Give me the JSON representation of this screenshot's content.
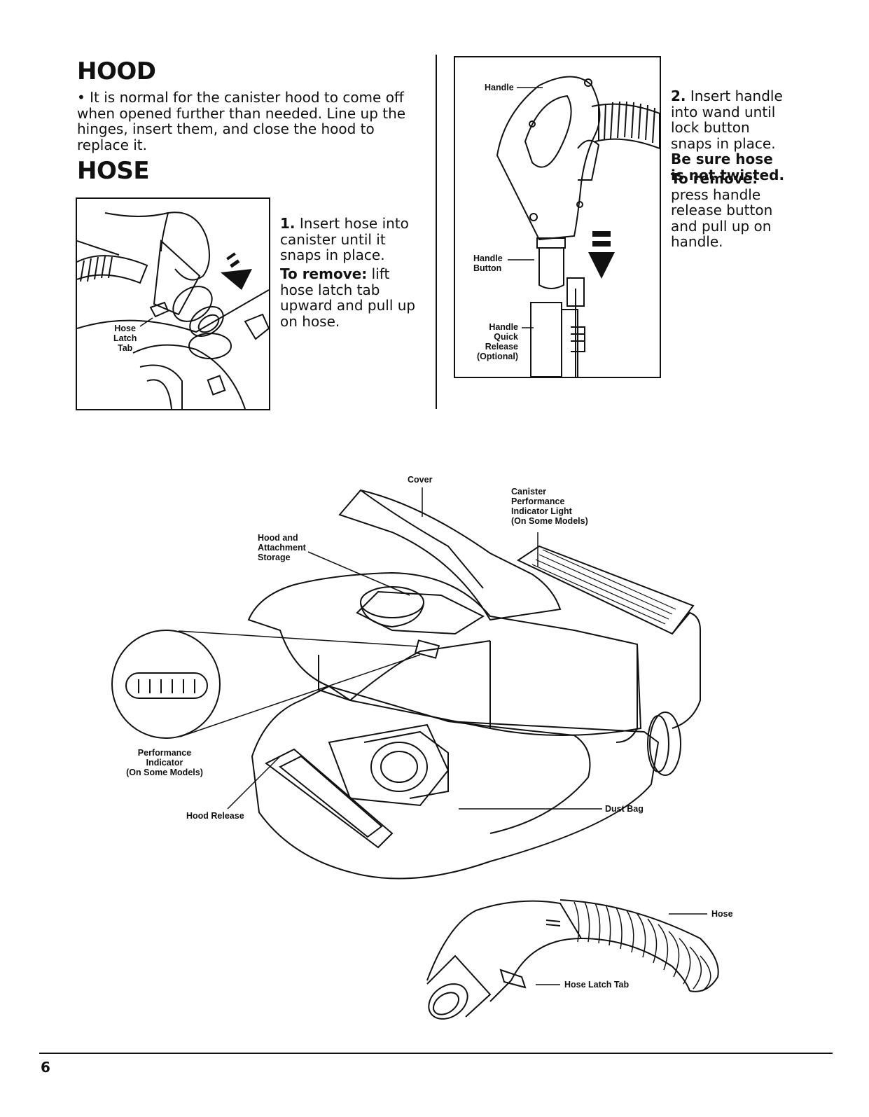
{
  "hood": {
    "title": "HOOD",
    "bullet": "•",
    "text": "It is normal for the canister hood to come off when opened further than needed. Line up the hinges, insert them, and close the hood to replace it."
  },
  "hose_section": {
    "title": "HOSE",
    "step1_number": "1.",
    "step1_text": "Insert hose into canister until it snaps in place.",
    "step1_remove_label": "To remove:",
    "step1_remove_text": "lift hose latch tab upward and pull up on hose.",
    "step2_number": "2.",
    "step2_text": "Insert handle into wand until lock button snaps in place.",
    "step2_bold": "Be sure hose is not twisted.",
    "step2_remove_label": "To remove:",
    "step2_remove_text": "press handle release button and pull up on handle."
  },
  "figure1_labels": {
    "hose_latch_tab": [
      "Hose",
      "Latch",
      "Tab"
    ]
  },
  "figure2_labels": {
    "handle": "Handle",
    "handle_button": [
      "Handle",
      "Button"
    ],
    "handle_quick_release": [
      "Handle",
      "Quick",
      "Release",
      "(Optional)"
    ]
  },
  "main_figure_labels": {
    "cover": "Cover",
    "canister_light": [
      "Canister",
      "Performance",
      "Indicator Light",
      "(On Some Models)"
    ],
    "hood_storage": [
      "Hood and",
      "Attachment",
      "Storage"
    ],
    "performance_indicator": [
      "Performance",
      "Indicator",
      "(On Some Models)"
    ],
    "hood_release": "Hood Release",
    "dust_bag": "Dust Bag",
    "hose": "Hose",
    "hose_latch_tab": "Hose Latch Tab"
  },
  "page_number": "6",
  "icons": [
    "arrow-down-icon",
    "performance-indicator-icon"
  ]
}
